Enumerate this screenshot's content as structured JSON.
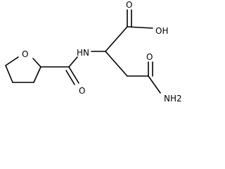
{
  "structure": {
    "atom_labels": {
      "ring_oxygen": "O",
      "amide_nh": "HN",
      "amide_carbonyl_oxygen": "O",
      "acid_carbonyl_oxygen": "O",
      "acid_hydroxyl": "OH",
      "carboxamide_oxygen": "O",
      "carboxamide_nh2": "NH2"
    }
  },
  "colors": {
    "ink": "#000000",
    "background": "#ffffff"
  }
}
